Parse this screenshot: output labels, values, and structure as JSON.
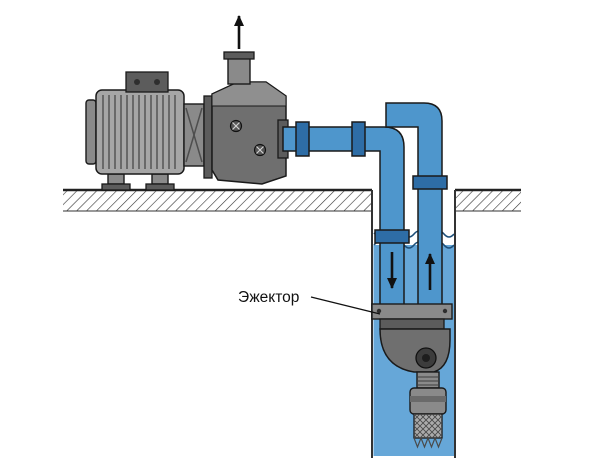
{
  "diagram": {
    "type": "technical-illustration",
    "subject": "surface-pump-with-external-ejector-in-well",
    "labels": {
      "ejector": "Эжектор"
    },
    "icons": {
      "pump_outlet_arrow": "arrow-up",
      "drive_pipe_flow_arrow": "arrow-down",
      "suction_pipe_flow_arrow": "arrow-up"
    },
    "colors": {
      "pipe": "#4e96cc",
      "flange": "#2e6da6",
      "water": "#66a7d8",
      "ground": "#333333",
      "metal-light": "#a6a6a6",
      "metal-mid": "#8a8a8a",
      "metal-dark": "#6f6f6f"
    }
  }
}
